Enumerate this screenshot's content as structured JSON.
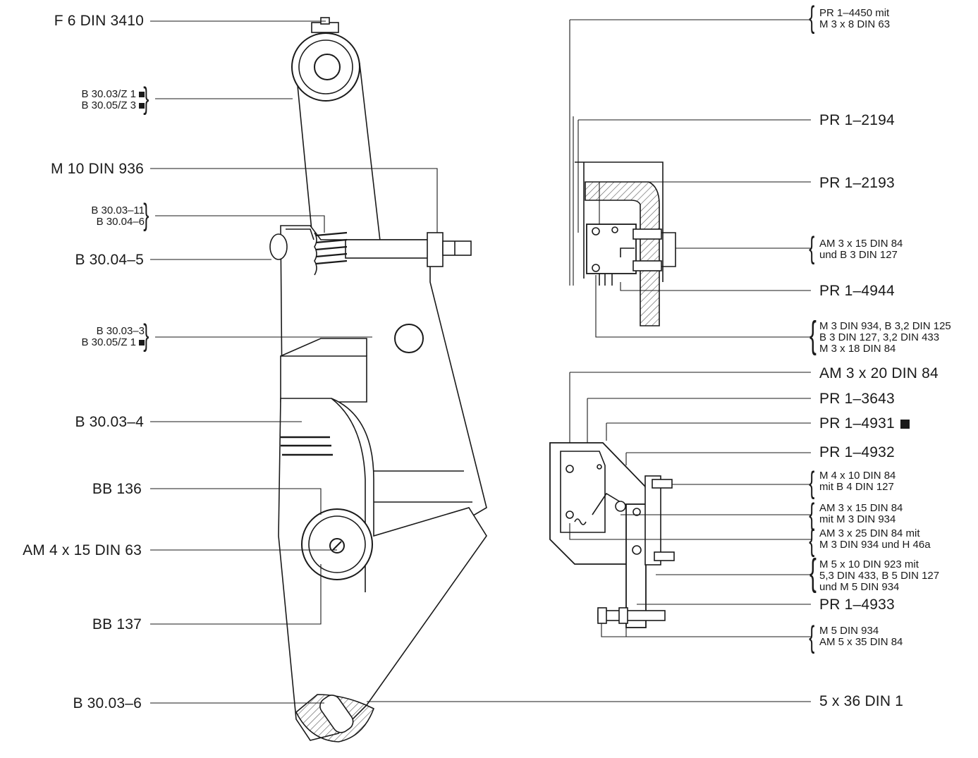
{
  "left_labels": {
    "f6": "F 6 DIN 3410",
    "b3003_z1": "B 30.03/Z 1",
    "b3005_z3": "B 30.05/Z 3",
    "m10": "M 10 DIN 936",
    "b3003_11": "B 30.03–11",
    "b3004_6": "B 30.04–6",
    "b3004_5": "B 30.04–5",
    "b3003_3": "B 30.03–3",
    "b3005_z1": "B 30.05/Z 1",
    "b3003_4": "B 30.03–4",
    "bb136": "BB 136",
    "am4x15": "AM 4 x 15 DIN 63",
    "bb137": "BB 137",
    "b3003_6": "B 30.03–6"
  },
  "right_labels": {
    "pr4450_a": "PR 1–4450 mit",
    "pr4450_b": "M 3 x 8 DIN 63",
    "pr2194": "PR 1–2194",
    "pr2193": "PR 1–2193",
    "am3x15_a": "AM 3 x 15 DIN 84",
    "am3x15_b": "und B 3 DIN 127",
    "pr4944": "PR 1–4944",
    "m3_a": "M 3 DIN 934, B 3,2 DIN 125",
    "m3_b": "B 3 DIN 127, 3,2 DIN 433",
    "m3_c": "M 3 x 18 DIN 84",
    "am3x20": "AM 3 x 20 DIN 84",
    "pr3643": "PR 1–3643",
    "pr4931": "PR 1–4931",
    "pr4932": "PR 1–4932",
    "m4_a": "M 4 x 10 DIN 84",
    "m4_b": "mit B 4 DIN 127",
    "am3x15m_a": "AM 3 x 15 DIN 84",
    "am3x15m_b": "mit M 3 DIN 934",
    "am3x25_a": "AM 3 x 25 DIN 84 mit",
    "am3x25_b": "M 3 DIN 934 und H 46a",
    "m5_a": "M 5 x 10 DIN 923 mit",
    "m5_b": "5,3 DIN 433, B 5 DIN 127",
    "m5_c": "und M 5 DIN 934",
    "pr4933": "PR 1–4933",
    "m5d_a": "M 5 DIN 934",
    "m5d_b": "AM 5 x 35 DIN 84",
    "din1": "5 x 36 DIN 1"
  }
}
